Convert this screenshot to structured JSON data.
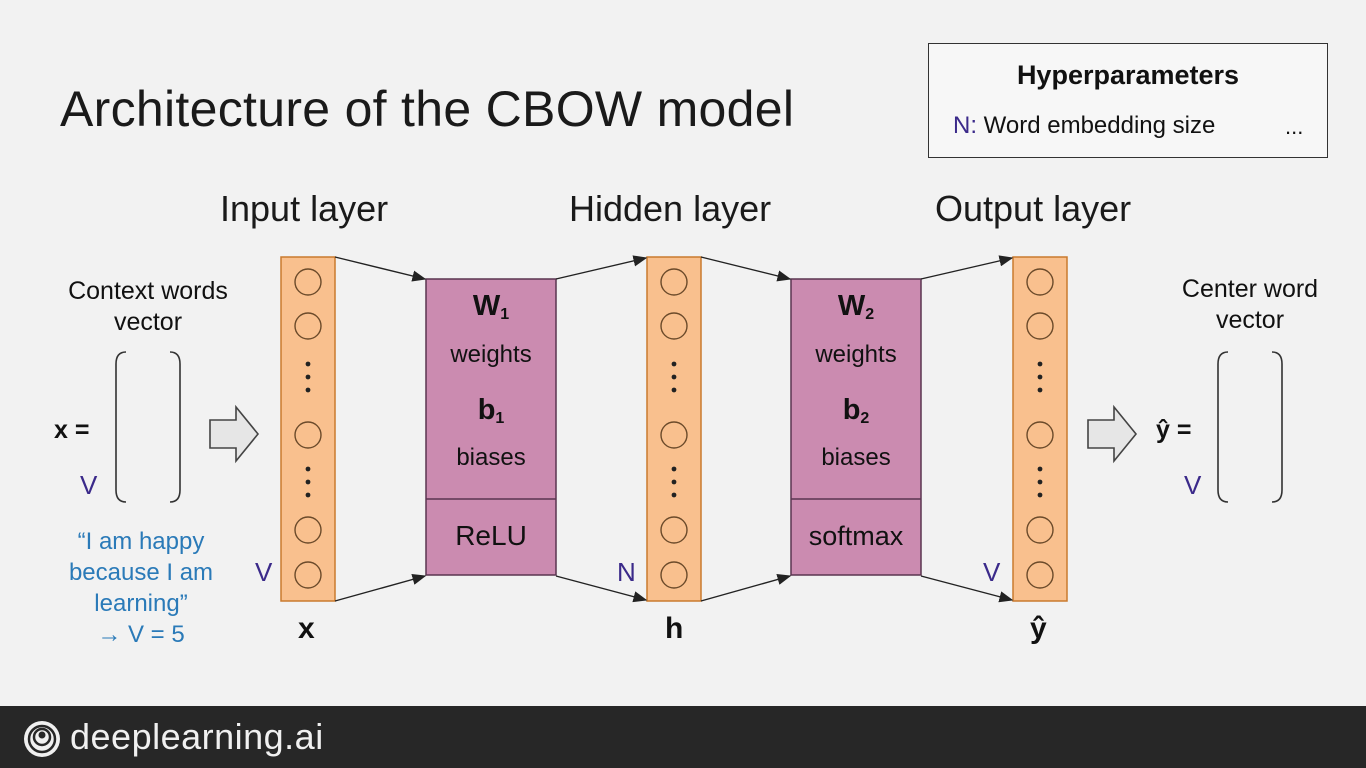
{
  "title": "Architecture of the CBOW model",
  "hyperparameters": {
    "title": "Hyperparameters",
    "symbol": "N:",
    "description": "Word embedding size",
    "ellipsis": "..."
  },
  "layers": {
    "input": "Input layer",
    "hidden": "Hidden layer",
    "output": "Output layer"
  },
  "input_side": {
    "label_line1": "Context words",
    "label_line2": "vector",
    "equation": "x =",
    "dimension": "V",
    "example_line1": "“I am happy",
    "example_line2": "because I am",
    "example_line3": "learning”",
    "example_line4": "→ V = 5"
  },
  "output_side": {
    "label_line1": "Center word",
    "label_line2": "vector",
    "equation": "ŷ =",
    "dimension": "V"
  },
  "layer_dims": {
    "input": "V",
    "hidden": "N",
    "output": "V"
  },
  "vector_names": {
    "input": "x",
    "hidden": "h",
    "output": "ŷ"
  },
  "block1": {
    "weight_symbol": "W",
    "weight_sub": "1",
    "weights_label": "weights",
    "bias_symbol": "b",
    "bias_sub": "1",
    "biases_label": "biases",
    "activation": "ReLU"
  },
  "block2": {
    "weight_symbol": "W",
    "weight_sub": "2",
    "weights_label": "weights",
    "bias_symbol": "b",
    "bias_sub": "2",
    "biases_label": "biases",
    "activation": "softmax"
  },
  "footer": {
    "brand": "deeplearning.ai"
  },
  "colors": {
    "layer_fill": "#f9c08e",
    "layer_stroke": "#c97a2e",
    "block_fill": "#cb8bb0",
    "block_stroke": "#5a3550",
    "dimension_text": "#3b2a8a",
    "example_text": "#2a7ab8"
  }
}
